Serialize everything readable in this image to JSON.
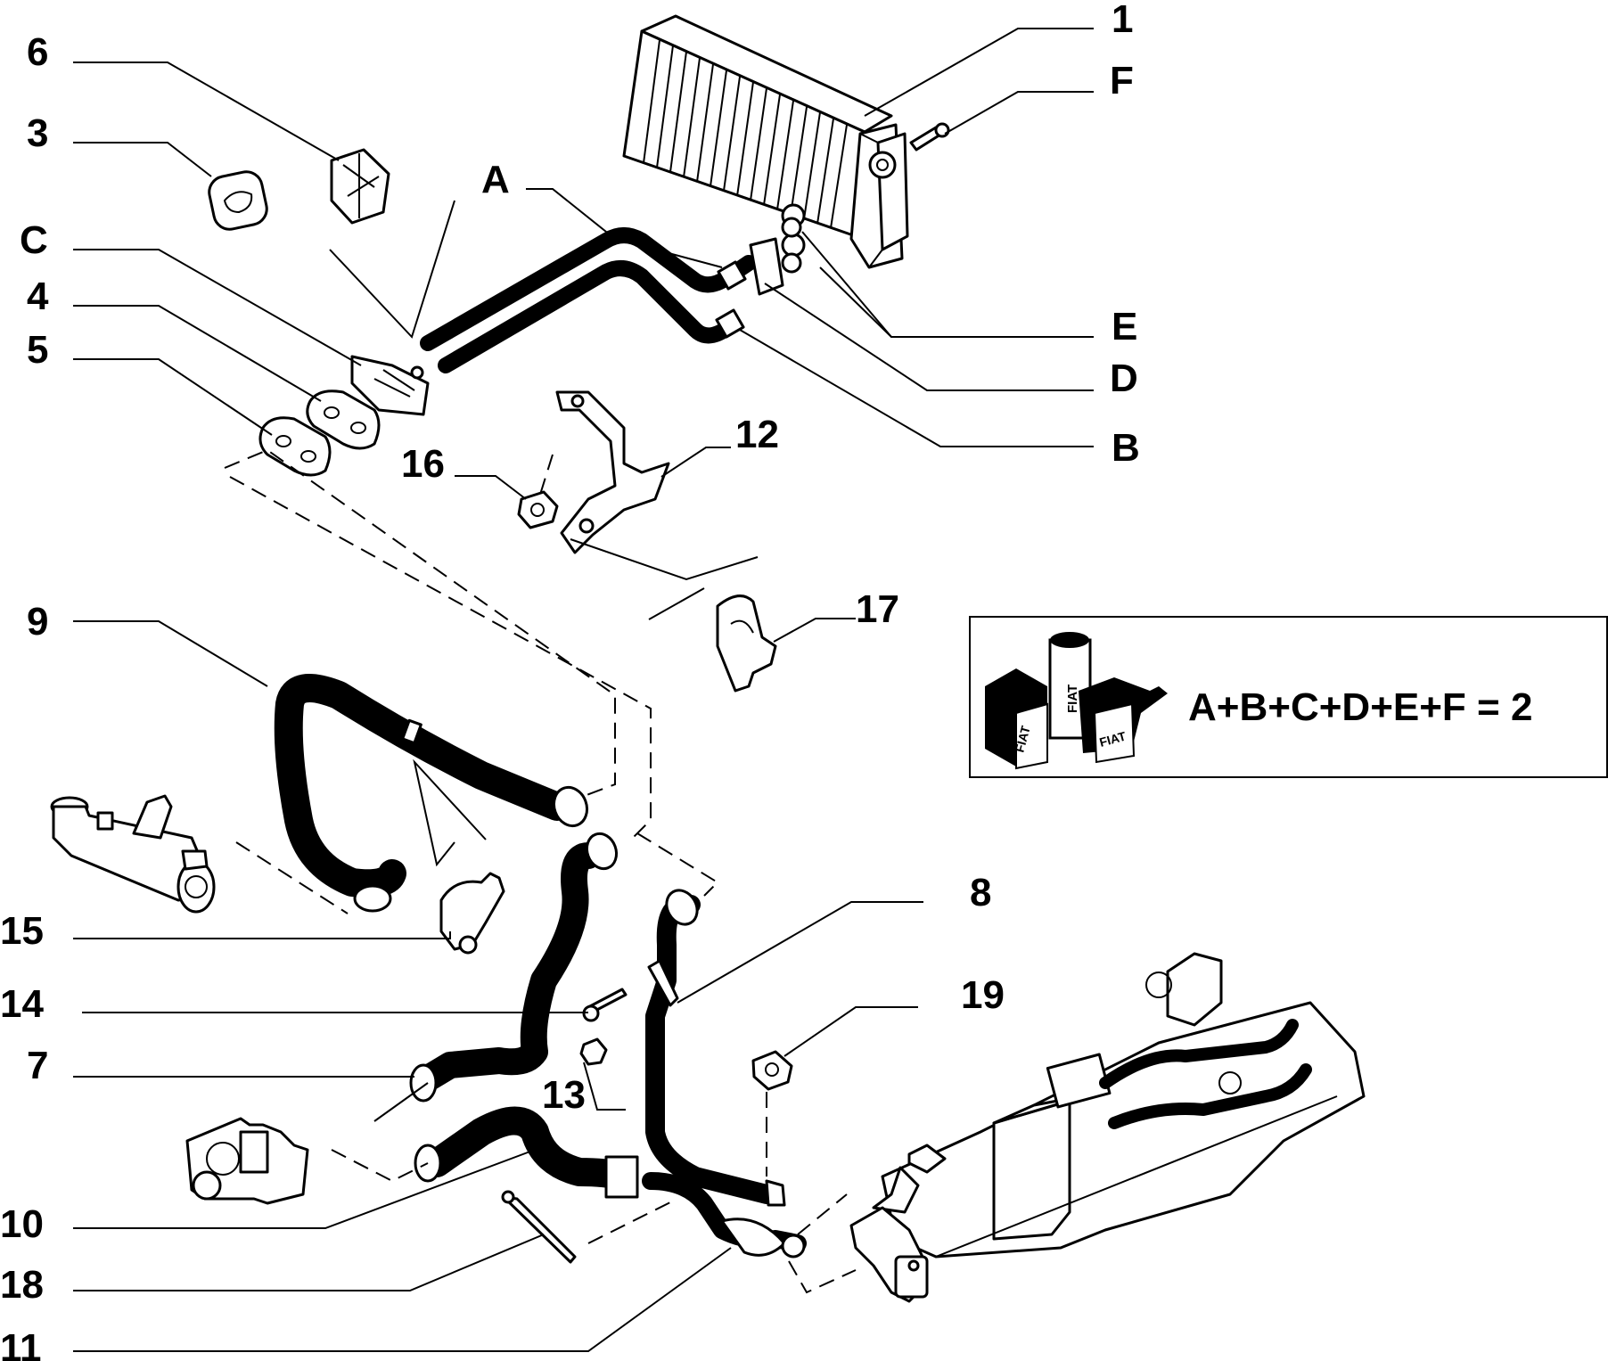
{
  "labels": {
    "n1": "1",
    "nF": "F",
    "n6": "6",
    "n3": "3",
    "nA": "A",
    "nC": "C",
    "n4": "4",
    "n5": "5",
    "nE": "E",
    "nD": "D",
    "nB": "B",
    "n12": "12",
    "n16": "16",
    "n17": "17",
    "n9": "9",
    "n15": "15",
    "n8": "8",
    "n14": "14",
    "n19": "19",
    "n7": "7",
    "n13": "13",
    "n10": "10",
    "n18": "18",
    "n11": "11"
  },
  "kit_box": {
    "formula": "A+B+C+D+E+F = 2",
    "icon": "fiat-parts-kit-icon",
    "brand_marks": [
      "FIAT",
      "FIAT",
      "FIAT"
    ]
  }
}
